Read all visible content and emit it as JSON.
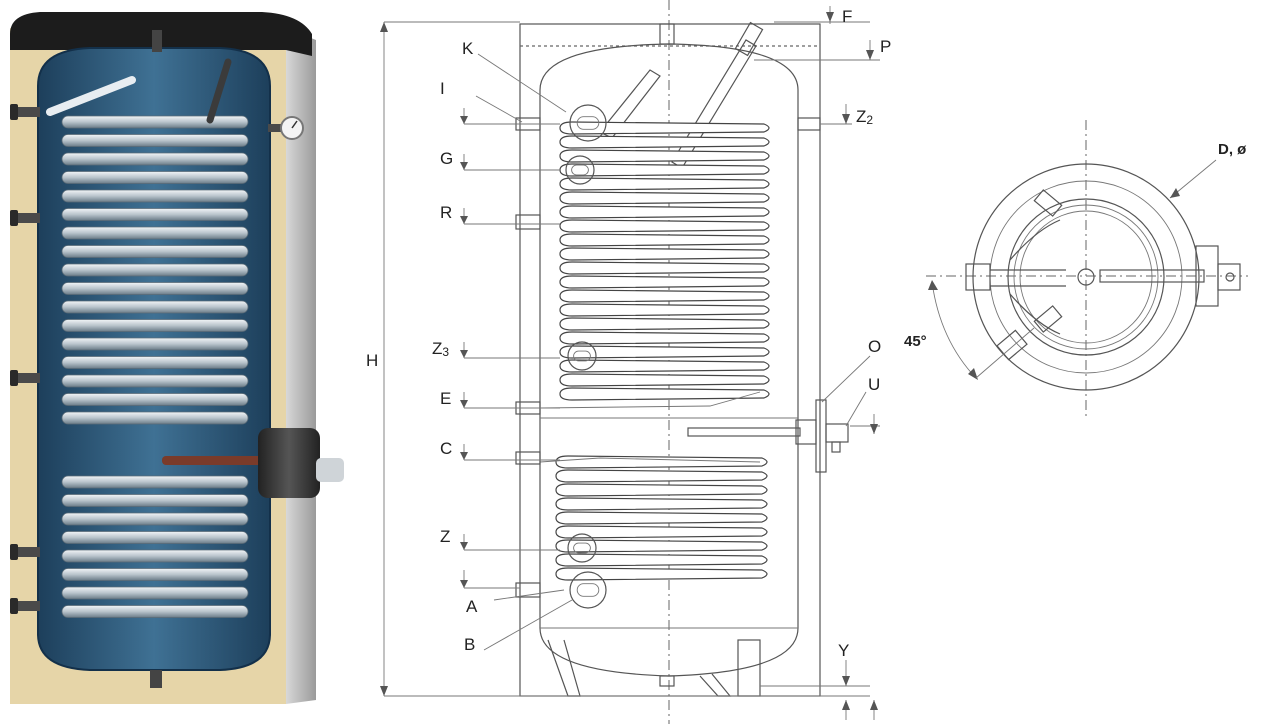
{
  "side_view": {
    "H": "H",
    "F": "F",
    "P": "P",
    "K": "K",
    "I": "I",
    "G": "G",
    "R": "R",
    "Z2": "Z",
    "Z2_sub": "2",
    "Z3": "Z",
    "Z3_sub": "3",
    "E": "E",
    "C": "C",
    "Z": "Z",
    "A": "A",
    "B": "B",
    "O": "O",
    "U": "U",
    "Y": "Y"
  },
  "top_view": {
    "diameter": "D, ø",
    "angle": "45°"
  },
  "colors": {
    "insulation": "#e8d8ac",
    "tank": "#2f5a7c",
    "coil": "#c9d3db",
    "casing": "#1b1b1b"
  }
}
